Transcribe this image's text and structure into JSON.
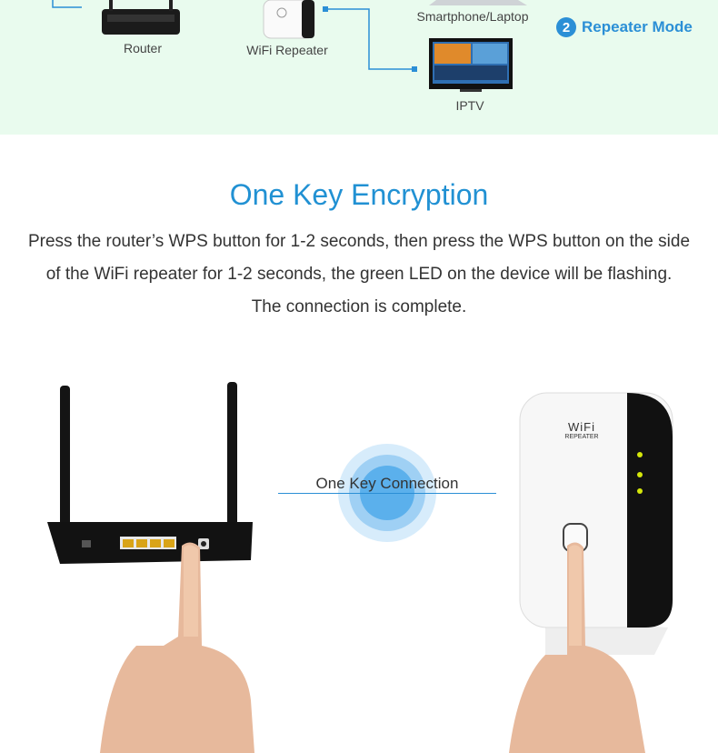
{
  "diagram": {
    "router_label": "Router",
    "repeater_label": "WiFi Repeater",
    "smartphone_label": "Smartphone/Laptop",
    "iptv_label": "IPTV",
    "mode_number": "2",
    "mode_label": "Repeater Mode"
  },
  "section": {
    "title": "One Key Encryption",
    "line1": "Press the router’s WPS button for 1-2 seconds, then press the WPS button on the side",
    "line2": "of the WiFi repeater for 1-2 seconds, the green LED on the device will be flashing.",
    "line3": "The connection is complete."
  },
  "illustration": {
    "connection_label": "One Key Connection",
    "repeater_brand": "WiFi",
    "repeater_sub": "REPEATER"
  },
  "colors": {
    "accent": "#2191d3",
    "band": "#e9fbee",
    "led_green": "#d4e60a"
  }
}
